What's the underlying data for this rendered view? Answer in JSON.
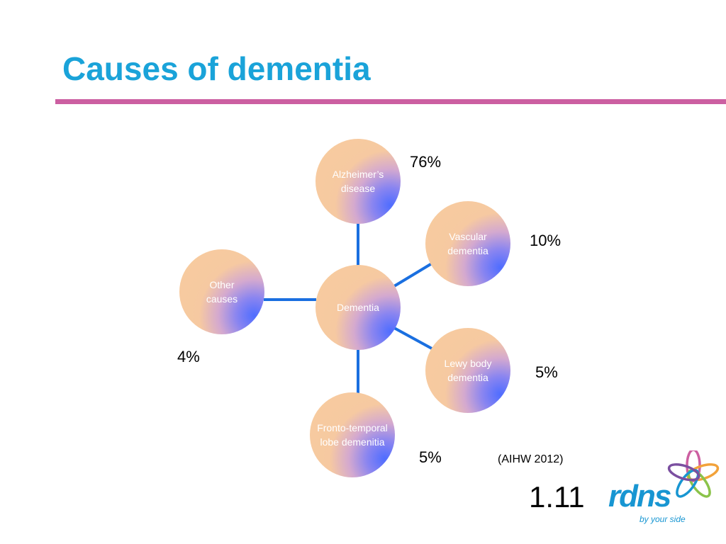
{
  "slide": {
    "title": "Causes of dementia",
    "source": "(AIHW 2012)",
    "slide_number": "1.11"
  },
  "diagram": {
    "center": {
      "label": "Dementia"
    },
    "causes": [
      {
        "id": "alzheimers",
        "label": "Alzheimer’s\ndisease",
        "percent": "76%"
      },
      {
        "id": "vascular",
        "label": "Vascular\ndementia",
        "percent": "10%"
      },
      {
        "id": "lewy",
        "label": "Lewy body\ndementia",
        "percent": "5%"
      },
      {
        "id": "fronto",
        "label": "Fronto-temporal\nlobe demenitia",
        "percent": "5%"
      },
      {
        "id": "other",
        "label": "Other\ncauses",
        "percent": "4%"
      }
    ]
  },
  "logo": {
    "wordmark": "rdns",
    "tagline": "by your side"
  },
  "colors": {
    "title": "#1aa3d9",
    "rule": "#cc5fa1",
    "connector": "#1a6fe0",
    "node_light": "#f8cc9e",
    "node_dark": "#4f6dff"
  }
}
